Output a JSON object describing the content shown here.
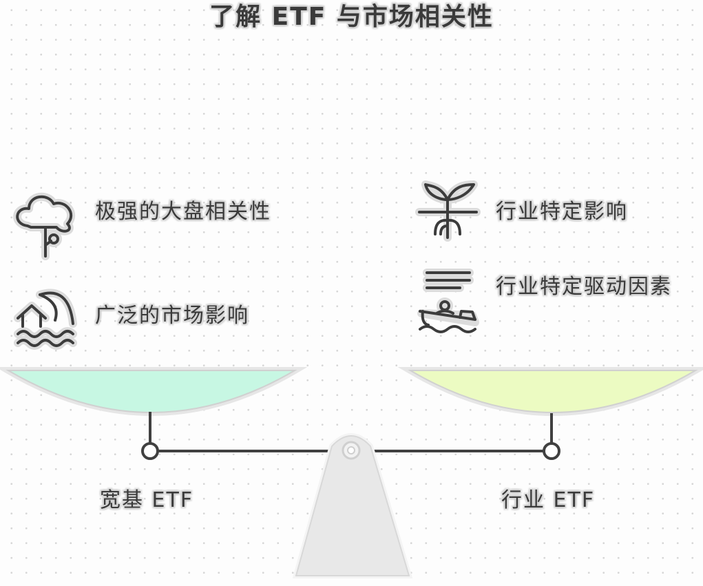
{
  "title": "了解 ETF 与市场相关性",
  "left": {
    "label": "宽基 ETF",
    "color": "#c7f7e3",
    "items": [
      {
        "icon": "tree-icon",
        "text": "极强的大盘相关性"
      },
      {
        "icon": "tsunami-house-icon",
        "text": "广泛的市场影响"
      }
    ]
  },
  "right": {
    "label": "行业 ETF",
    "color": "#ecfbc2",
    "items": [
      {
        "icon": "sprout-roots-icon",
        "text": "行业特定影响"
      },
      {
        "icon": "boat-waves-icon",
        "text": "行业特定驱动因素"
      }
    ]
  }
}
